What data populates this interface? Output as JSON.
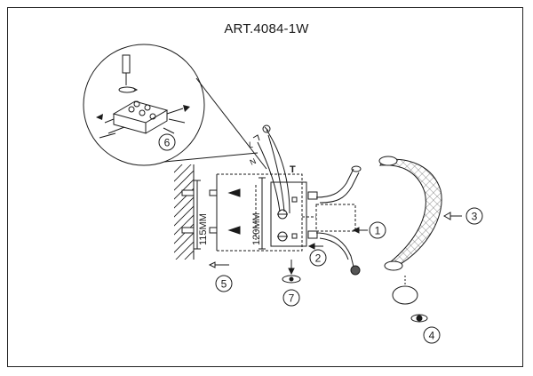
{
  "title": "ART.4084-1W",
  "dimensions": {
    "wall_distance": "115MM",
    "bracket_height": "120MM"
  },
  "wire_labels": {
    "neutral": "N",
    "line": "L",
    "terminal": "T"
  },
  "steps": [
    {
      "number": "1"
    },
    {
      "number": "2"
    },
    {
      "number": "3"
    },
    {
      "number": "4"
    },
    {
      "number": "5"
    },
    {
      "number": "6"
    },
    {
      "number": "7"
    }
  ]
}
